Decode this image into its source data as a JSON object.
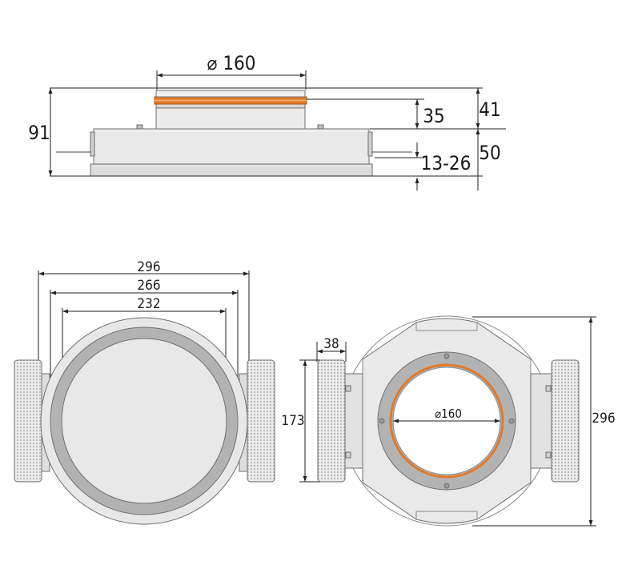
{
  "dimensions": {
    "side_diameter": "⌀ 160",
    "side_height_total": "91",
    "side_height_upper": "35",
    "side_height_upper_outer": "41",
    "side_height_range": "13-26",
    "side_height_lower_outer": "50",
    "top_width_outer": "296",
    "top_width_mid": "266",
    "top_width_inner": "232",
    "bottom_tab_width": "38",
    "bottom_tab_height": "173",
    "bottom_inner_diameter": "⌀160",
    "bottom_total_height": "296"
  },
  "colors": {
    "body_fill": "#e8e8e8",
    "body_light": "#f1f1f1",
    "ring_fill": "#b4b4b4",
    "ring_inner": "#a8a8a8",
    "gasket_orange": "#e07a2a",
    "outline": "#6f6f6f",
    "dimension_line": "#222222"
  }
}
